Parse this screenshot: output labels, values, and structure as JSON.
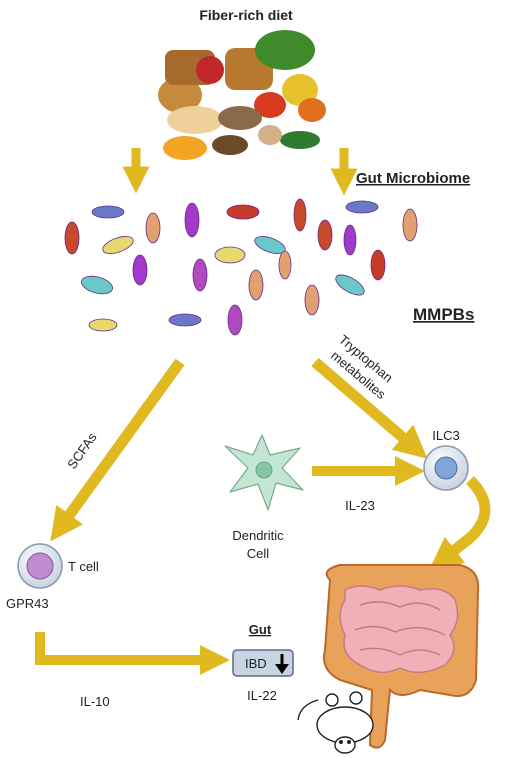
{
  "labels": {
    "fiber_diet": "Fiber-rich diet",
    "gut_microbiome": "Gut Microbiome",
    "mmpbs": "MMPBs",
    "scfas": "SCFAs",
    "tryptophan_line1": "Tryptophan",
    "tryptophan_line2": "metabolites",
    "ilc3": "ILC3",
    "il23": "IL-23",
    "dendritic_line1": "Dendritic",
    "dendritic_line2": "Cell",
    "tcell": "T cell",
    "gpr43": "GPR43",
    "gut": "Gut",
    "ibd": "IBD",
    "il22": "IL-22",
    "il10": "IL-10"
  },
  "colors": {
    "arrow": "#e0b820",
    "arrow_edge": "#a8860a",
    "tcell": "#c08cd0",
    "ilc3": "#7fa6d6",
    "dendritic": "#a9d6bf",
    "intestine": "#e8a25a",
    "small_intestine": "#f0b0b8"
  }
}
